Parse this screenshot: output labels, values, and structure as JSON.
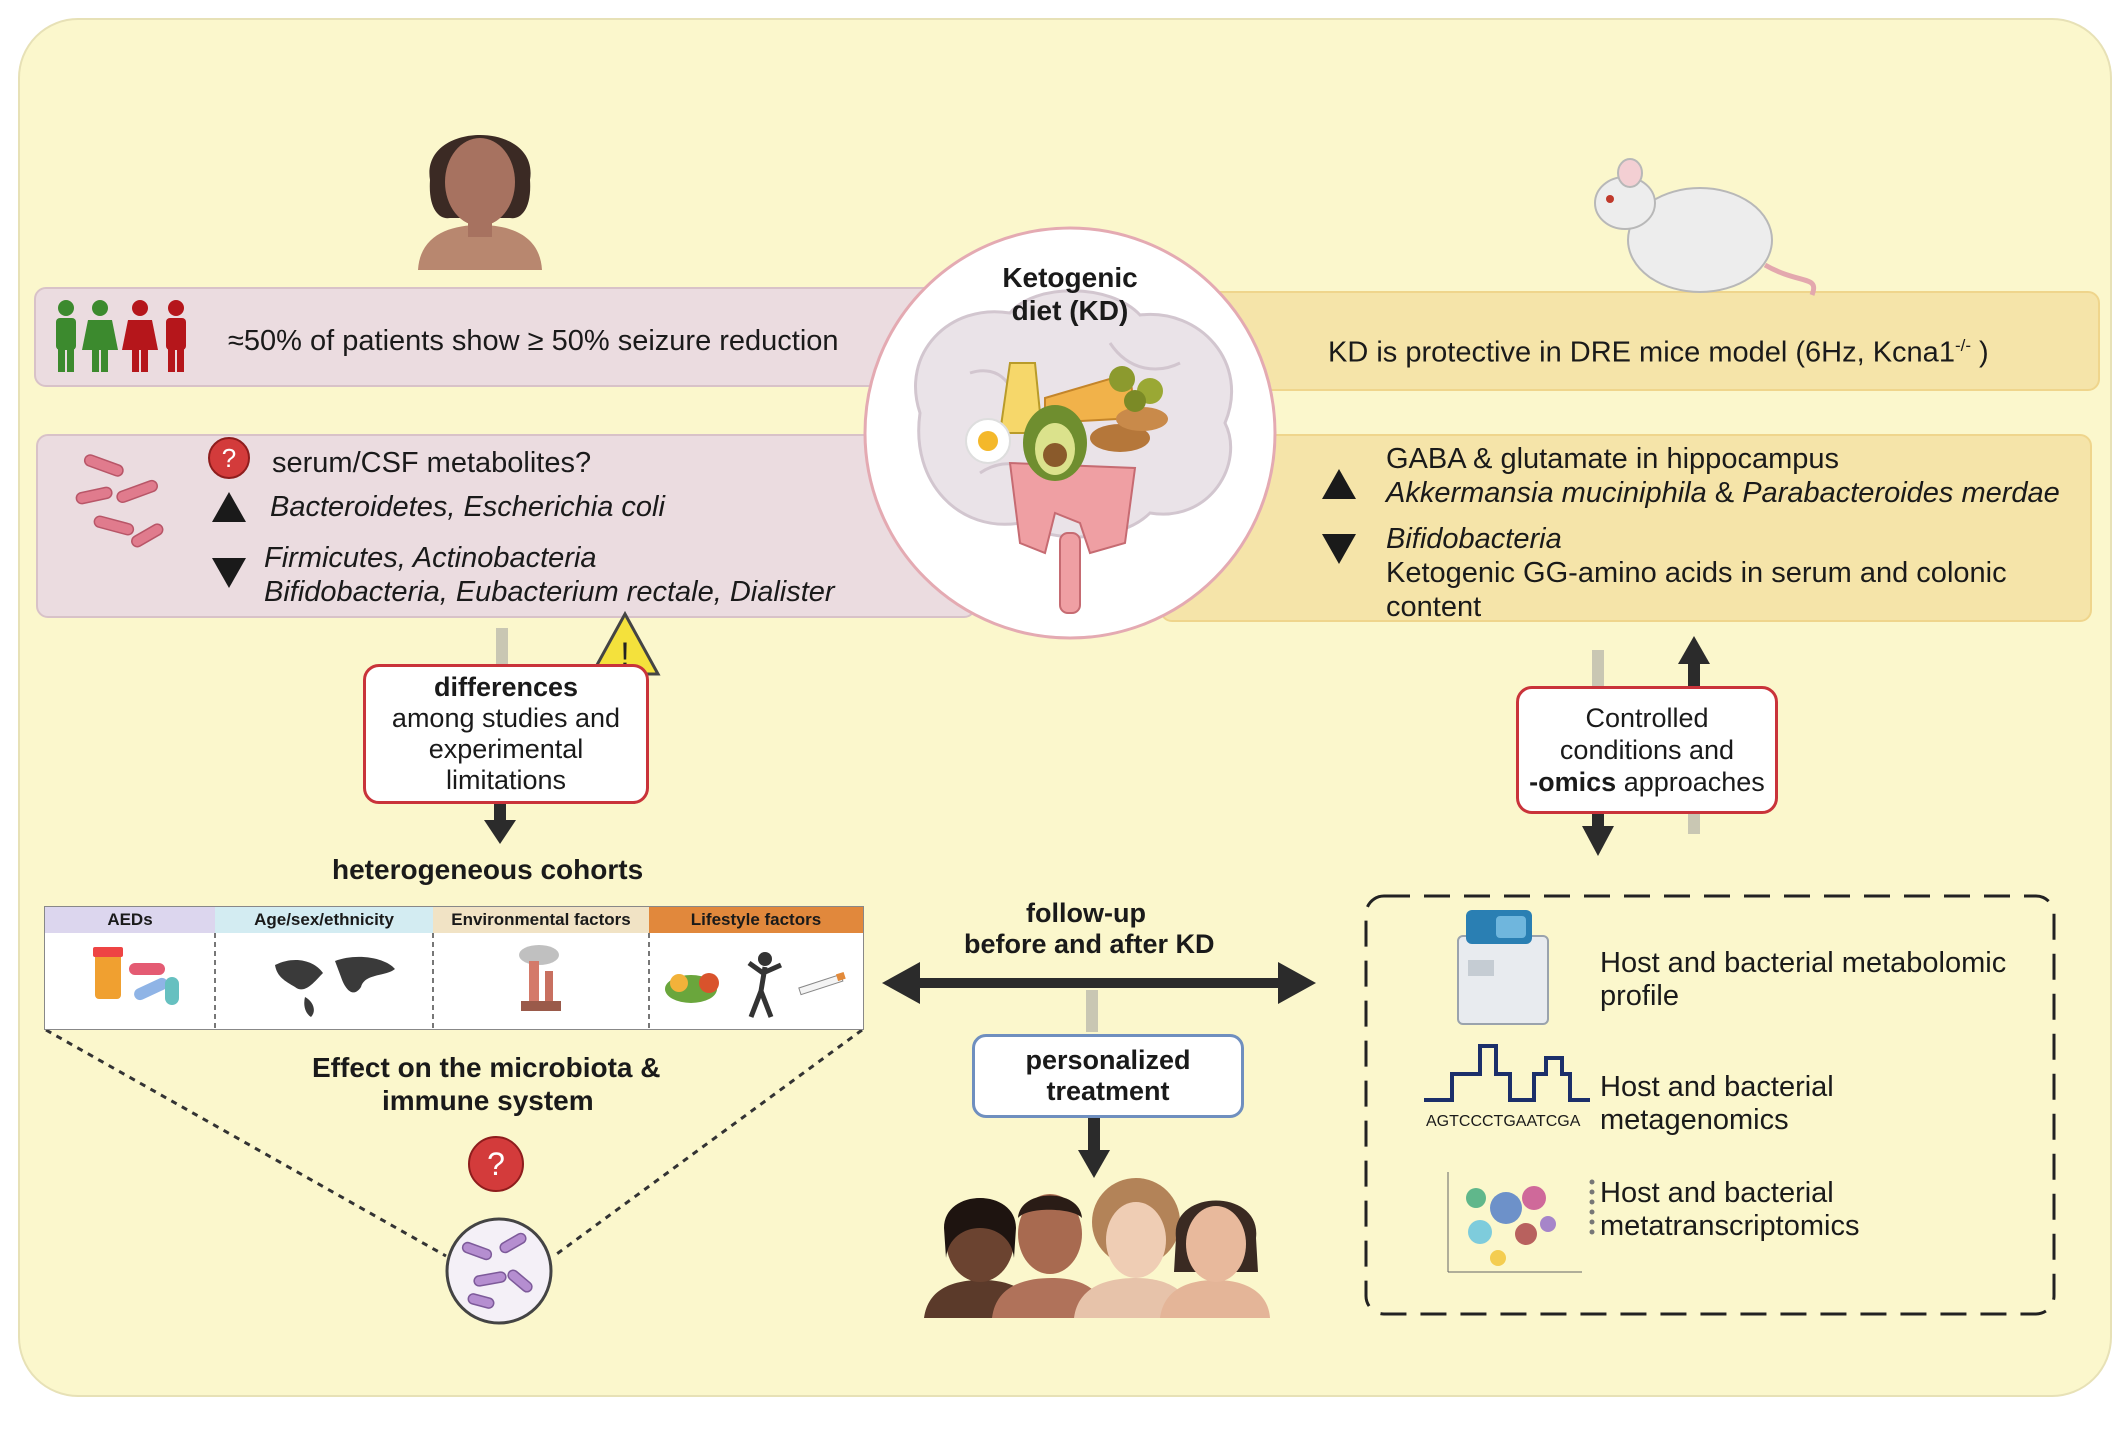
{
  "center": {
    "title_line1": "Ketogenic",
    "title_line2": "diet (KD)"
  },
  "human": {
    "response": "≈50% of patients show ≥ 50% seizure reduction",
    "metabolites_question": "serum/CSF metabolites?",
    "increased_taxa": "Bacteroidetes, Escherichia coli",
    "decreased_taxa_line1": "Firmicutes, Actinobacteria",
    "decreased_taxa_line2": "Bifidobacteria, Eubacterium rectale, Dialister",
    "differences_title": "differences",
    "differences_line1": "among studies and",
    "differences_line2": "experimental",
    "differences_line3": "limitations",
    "cohorts_title": "heterogeneous cohorts",
    "factors": [
      {
        "label": "AEDs",
        "color": "#dcd6ee"
      },
      {
        "label": "Age/sex/ethnicity",
        "color": "#d3ecf2"
      },
      {
        "label": "Environmental factors",
        "color": "#f1e3c5"
      },
      {
        "label": "Lifestyle factors",
        "color": "#e1883c"
      }
    ],
    "effect_line1": "Effect on the microbiota &",
    "effect_line2": "immune system",
    "question_mark": "?",
    "warning_mark": "!"
  },
  "mouse": {
    "response": "KD is protective in DRE mice model (6Hz, Kcna1",
    "response_sup": "-/-",
    "response_end": " )",
    "up_line1": "GABA & glutamate in hippocampus",
    "up_line2_a": "Akkermansia muciniphila",
    "up_line2_b": " & ",
    "up_line2_c": "Parabacteroides merdae",
    "down_line1": "Bifidobacteria",
    "down_line2": "Ketogenic GG-amino acids in serum and colonic",
    "down_line3": "content",
    "controlled_line1": "Controlled",
    "controlled_line2": "conditions and",
    "controlled_bold": "-omics",
    "controlled_rest": " approaches",
    "omics": [
      {
        "line1": "Host and bacterial metabolomic",
        "line2": "profile"
      },
      {
        "line1": "Host and bacterial",
        "line2": "metagenomics"
      },
      {
        "line1": "Host and bacterial",
        "line2": "metatranscriptomics"
      }
    ],
    "dna_sequence": "AGTCCCTGAATCGA"
  },
  "followup": {
    "line1": "follow-up",
    "line2": "before and after KD"
  },
  "personalized": {
    "line1": "personalized",
    "line2": "treatment"
  },
  "colors": {
    "background": "#fbf7cc",
    "pink_band": "#ebdce0",
    "gold_band": "#f5e4a9",
    "alert_red": "#c9333a",
    "green_person": "#3c8a2e",
    "red_person": "#b5161b"
  }
}
